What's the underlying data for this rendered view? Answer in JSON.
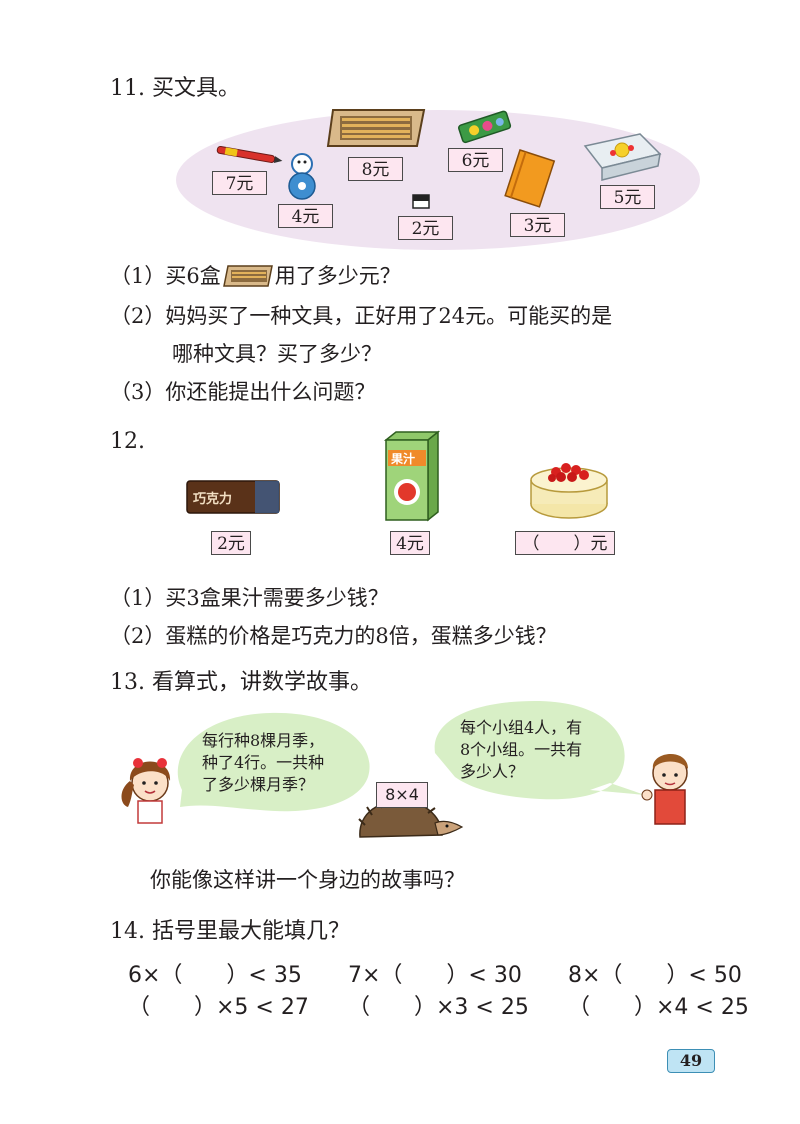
{
  "q11": {
    "title": "11. 买文具。",
    "prices": {
      "pen": "7元",
      "tumbler": "4元",
      "pencil_box": "8元",
      "eraser": "2元",
      "pencil_case": "6元",
      "notebook": "3元",
      "tin_box": "5元"
    },
    "sub1_prefix": "（1）买6盒",
    "sub1_suffix": "用了多少元？",
    "sub2_line1": "（2）妈妈买了一种文具，正好用了24元。可能买的是",
    "sub2_line2": "哪种文具？买了多少？",
    "sub3": "（3）你还能提出什么问题？"
  },
  "q12": {
    "title": "12.",
    "juice_label": "果汁",
    "chocolate_label": "巧克力",
    "chocolate_price": "2元",
    "juice_price": "4元",
    "cake_price": "（　　）元",
    "sub1": "（1）买3盒果汁需要多少钱？",
    "sub2": "（2）蛋糕的价格是巧克力的8倍，蛋糕多少钱？"
  },
  "q13": {
    "title": "13. 看算式，讲数学故事。",
    "left_bubble": [
      "每行种8棵月季，",
      "种了4行。一共种",
      "了多少棵月季？"
    ],
    "right_bubble": [
      "每个小组4人，有",
      "8个小组。一共有",
      "多少人？"
    ],
    "formula": "8×4",
    "question": "你能像这样讲一个身边的故事吗？"
  },
  "q14": {
    "title": "14. 括号里最大能填几？",
    "row1": [
      "6×（　　）< 35",
      "7×（　　）< 30",
      "8×（　　）< 50"
    ],
    "row2": [
      "（　　）×5 < 27",
      "（　　）×3 < 25",
      "（　　）×4 < 25"
    ]
  },
  "page_number": "49",
  "colors": {
    "ellipse": "#efe3f0",
    "price_bg": "#fde6f0",
    "bubble": "#d8efc6",
    "page_badge": "#bfe4f4"
  }
}
